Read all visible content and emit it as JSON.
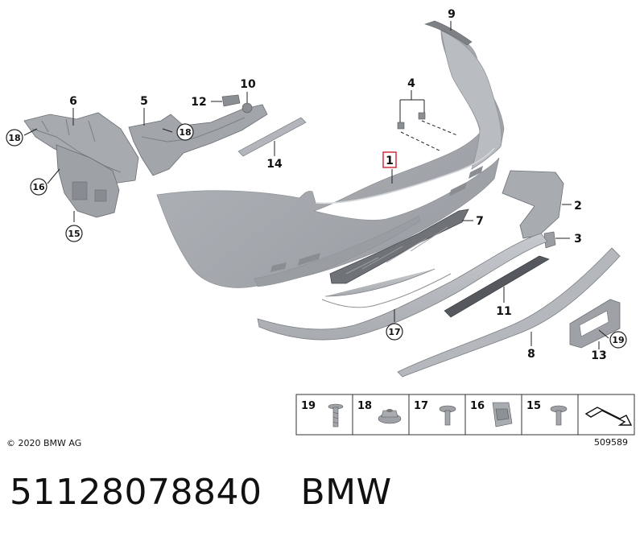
{
  "callouts": {
    "c1": "1",
    "c2": "2",
    "c3": "3",
    "c4": "4",
    "c5": "5",
    "c6": "6",
    "c7": "7",
    "c8": "8",
    "c9": "9",
    "c10": "10",
    "c11": "11",
    "c12": "12",
    "c13": "13",
    "c14": "14",
    "c15": "15",
    "c16": "16",
    "c17": "17",
    "c18a": "18",
    "c18b": "18",
    "c19": "19"
  },
  "legend": {
    "items": [
      "19",
      "18",
      "17",
      "16",
      "15"
    ]
  },
  "copyright": "© 2020 BMW AG",
  "image_number": "509589",
  "footer": {
    "part_number": "51128078840",
    "brand": "BMW"
  }
}
